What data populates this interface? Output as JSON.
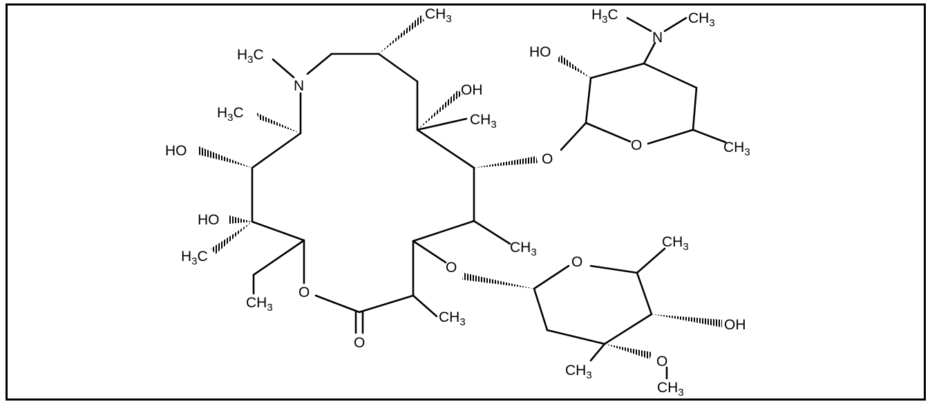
{
  "diagram": {
    "atoms": [
      {
        "id": "ch3_top",
        "parts": [
          "CH",
          "3"
        ]
      },
      {
        "id": "h3c_n",
        "parts": [
          "H",
          "3",
          "C"
        ]
      },
      {
        "id": "n_ring",
        "parts": [
          "N"
        ]
      },
      {
        "id": "h3c_left",
        "parts": [
          "H",
          "3",
          "C"
        ]
      },
      {
        "id": "ho_left1",
        "parts": [
          "HO"
        ]
      },
      {
        "id": "ho_left2",
        "parts": [
          "HO"
        ]
      },
      {
        "id": "h3c_left2",
        "parts": [
          "H",
          "3",
          "C"
        ]
      },
      {
        "id": "ch3_ethyl",
        "parts": [
          "CH",
          "3"
        ]
      },
      {
        "id": "o_ring",
        "parts": [
          "O"
        ]
      },
      {
        "id": "o_carbonyl",
        "parts": [
          "O"
        ]
      },
      {
        "id": "oh_mid",
        "parts": [
          "OH"
        ]
      },
      {
        "id": "ch3_mid",
        "parts": [
          "CH",
          "3"
        ]
      },
      {
        "id": "ch3_mid2",
        "parts": [
          "CH",
          "3"
        ]
      },
      {
        "id": "ch3_bottom",
        "parts": [
          "CH",
          "3"
        ]
      },
      {
        "id": "o_link1",
        "parts": [
          "O"
        ]
      },
      {
        "id": "o_link2",
        "parts": [
          "O"
        ]
      },
      {
        "id": "h3c_nme2",
        "parts": [
          "H",
          "3",
          "C"
        ]
      },
      {
        "id": "n_sugar",
        "parts": [
          "N"
        ]
      },
      {
        "id": "ch3_nme2",
        "parts": [
          "CH",
          "3"
        ]
      },
      {
        "id": "ho_sugar1",
        "parts": [
          "HO"
        ]
      },
      {
        "id": "o_sugar1",
        "parts": [
          "O"
        ]
      },
      {
        "id": "ch3_sugar1",
        "parts": [
          "CH",
          "3"
        ]
      },
      {
        "id": "o_sugar2",
        "parts": [
          "O"
        ]
      },
      {
        "id": "ch3_sugar2",
        "parts": [
          "CH",
          "3"
        ]
      },
      {
        "id": "oh_sugar2",
        "parts": [
          "OH"
        ]
      },
      {
        "id": "o_methoxy",
        "parts": [
          "O"
        ]
      },
      {
        "id": "ch3_sugar2b",
        "parts": [
          "CH",
          "3"
        ]
      },
      {
        "id": "ch3_methoxy",
        "parts": [
          "CH",
          "3"
        ]
      }
    ]
  }
}
